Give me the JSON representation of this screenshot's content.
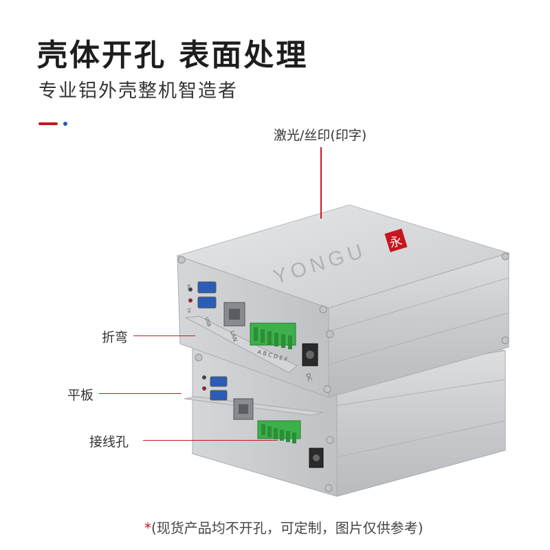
{
  "header": {
    "title": "壳体开孔 表面处理",
    "subtitle": "专业铝外壳整机智造者"
  },
  "callouts": {
    "laser_print": "激光/丝印(印字)",
    "bend": "折弯",
    "flat_plate": "平板",
    "wiring_hole": "接线孔"
  },
  "device": {
    "brand": "YONGU",
    "brand_badge": "永",
    "port_labels": {
      "usb": "USB",
      "lan": "LAN",
      "dc": "DC",
      "rx": "RX",
      "tx": "TX",
      "terminal_letters": "A B C D E F"
    }
  },
  "footnote": {
    "star": "*",
    "text": "(现货产品均不开孔，可定制，图片仅供参考)"
  },
  "colors": {
    "accent_red": "#c8161d",
    "accent_blue": "#1f5fb4",
    "terminal_green": "#3cb04a",
    "aluminum": "#d9dbdd"
  }
}
